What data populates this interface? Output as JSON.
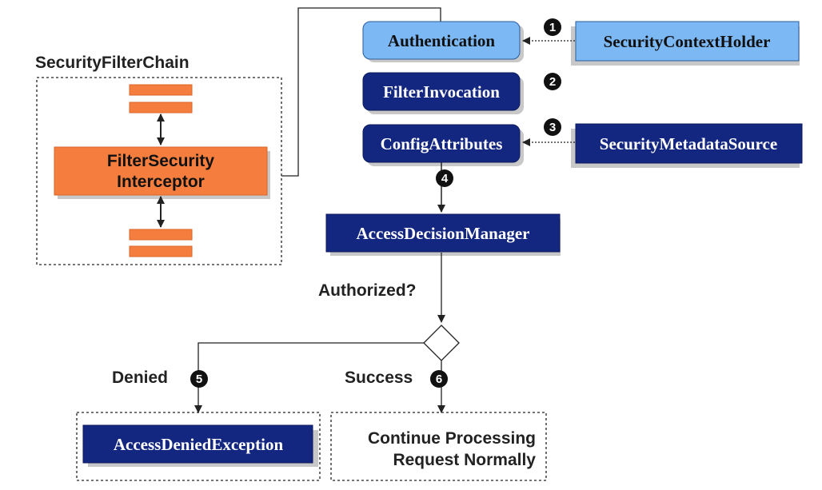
{
  "title": "SecurityFilterChain",
  "interceptor": {
    "line1": "FilterSecurity",
    "line2": "Interceptor"
  },
  "boxes": {
    "authentication": "Authentication",
    "filter_invocation": "FilterInvocation",
    "config_attributes": "ConfigAttributes",
    "security_context_holder": "SecurityContextHolder",
    "security_metadata_source": "SecurityMetadataSource",
    "access_decision_manager": "AccessDecisionManager",
    "access_denied_exception": "AccessDeniedException"
  },
  "labels": {
    "authorized": "Authorized?",
    "denied": "Denied",
    "success": "Success",
    "continue_line1": "Continue Processing",
    "continue_line2": "Request Normally"
  },
  "steps": [
    "1",
    "2",
    "3",
    "4",
    "5",
    "6"
  ],
  "colors": {
    "navy": "#142780",
    "light_blue": "#7cb8f4",
    "orange": "#f57e3e",
    "shadow": "#c8c8c8",
    "line": "#222222",
    "badge": "#111111"
  }
}
